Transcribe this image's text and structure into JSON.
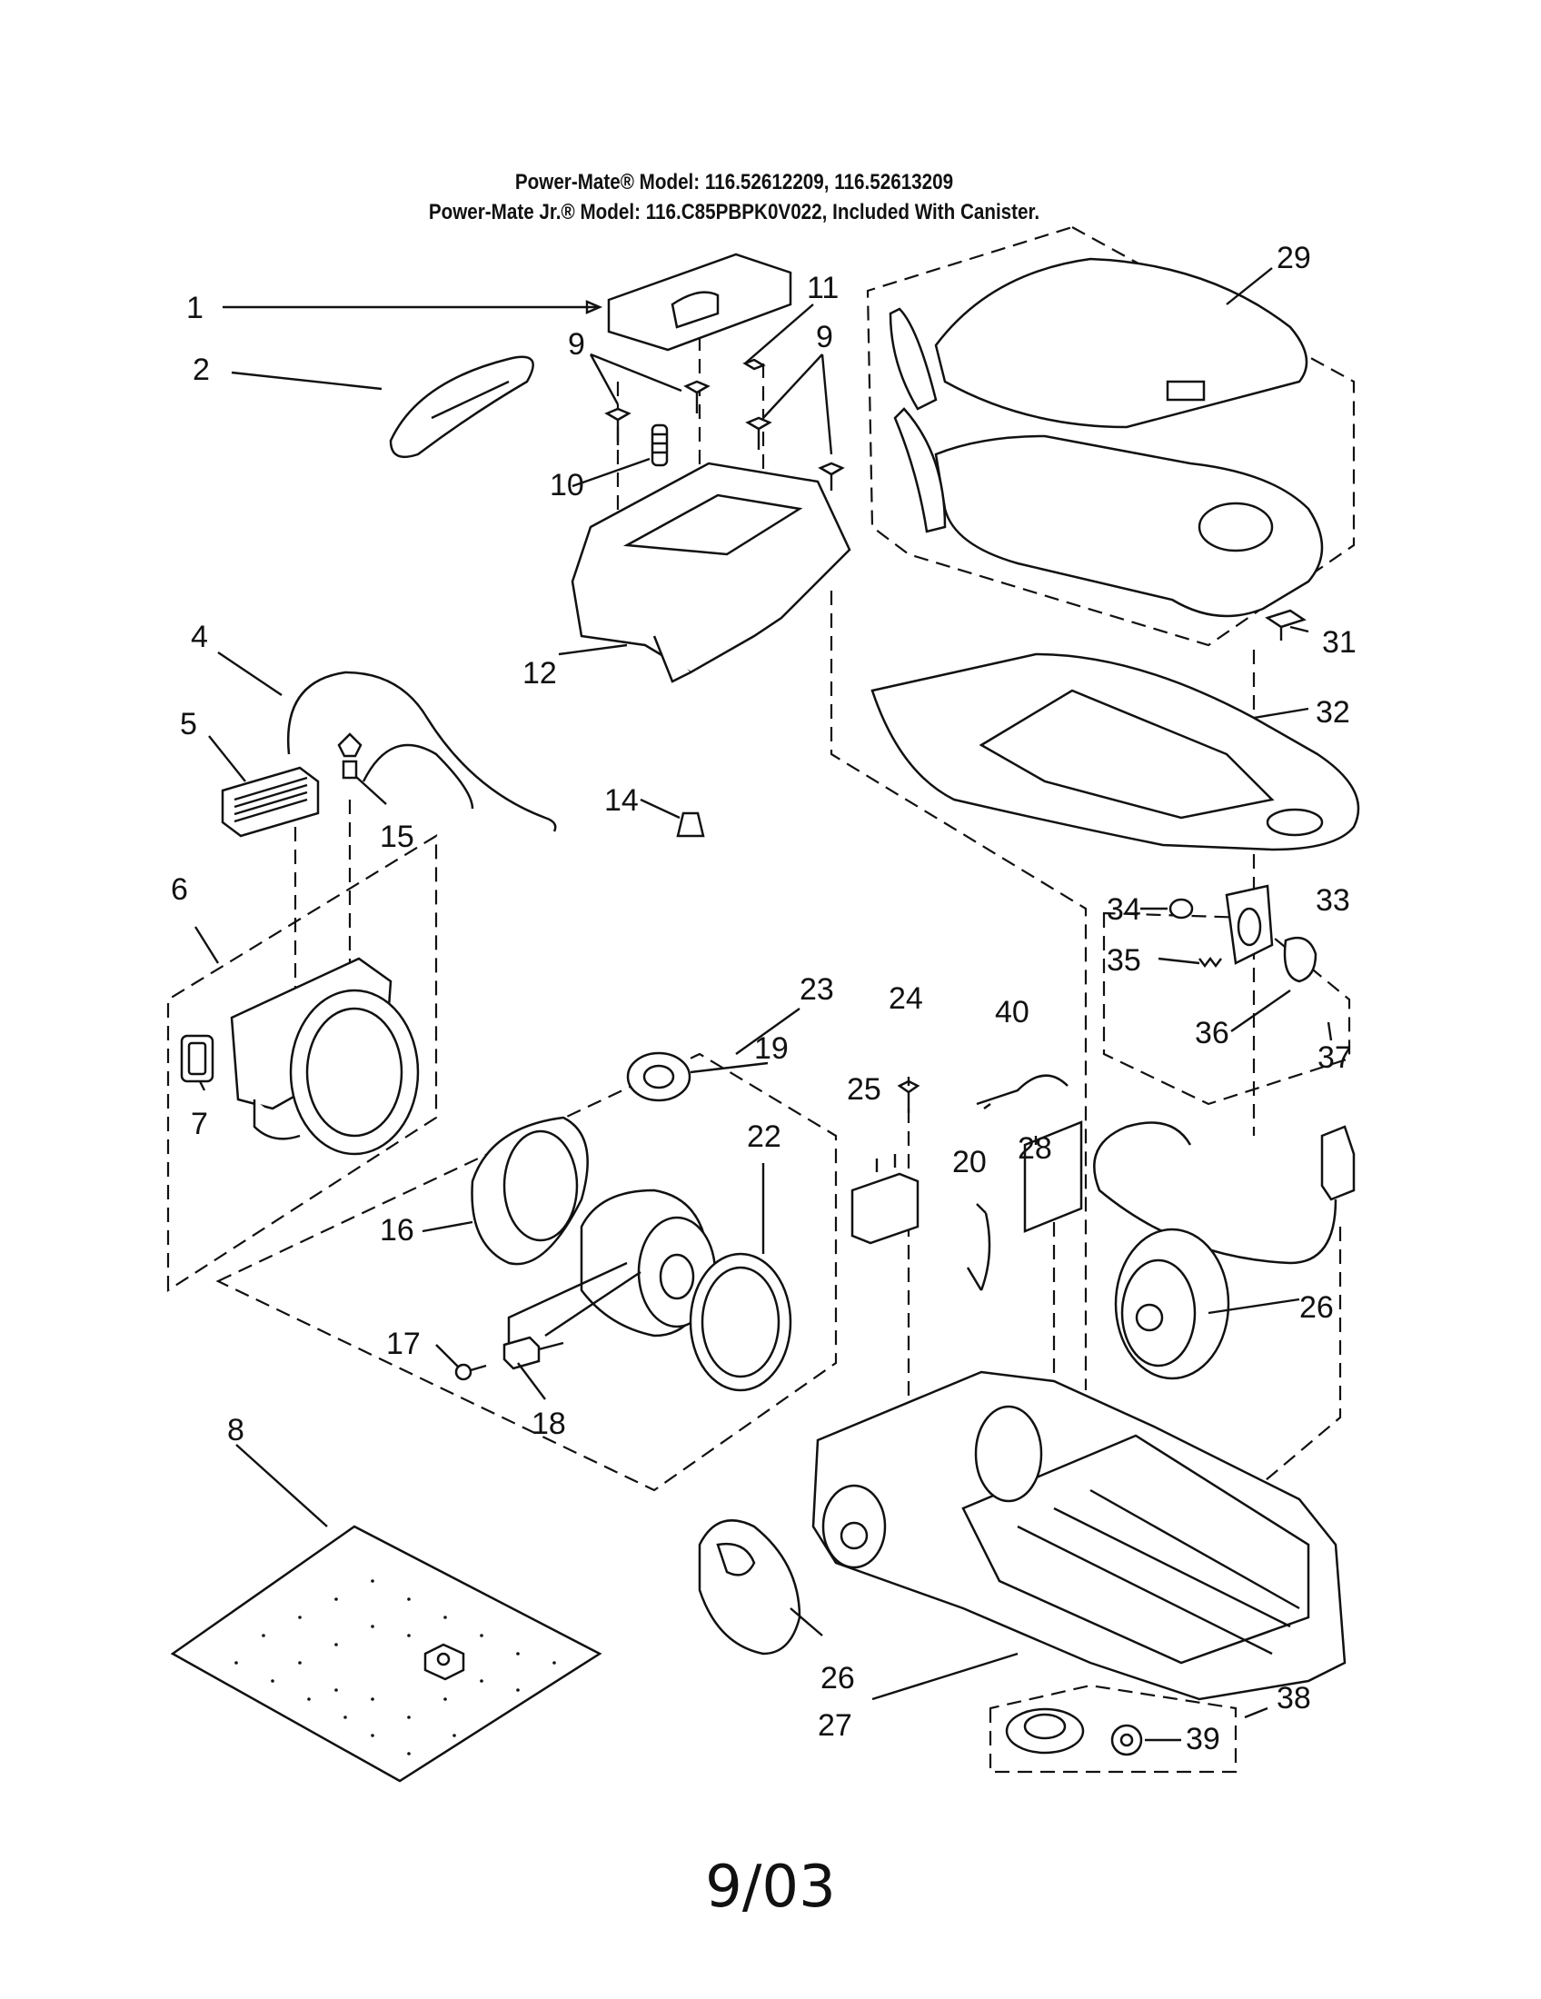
{
  "header": {
    "line1": "Power-Mate® Model: 116.52612209, 116.52613209",
    "line2": "Power-Mate Jr.® Model: 116.C85PBPK0V022, Included With Canister."
  },
  "footer": {
    "date": "9/03"
  },
  "callouts": {
    "c1": "1",
    "c2": "2",
    "c4": "4",
    "c5": "5",
    "c6": "6",
    "c7": "7",
    "c8": "8",
    "c9a": "9",
    "c9b": "9",
    "c10": "10",
    "c11": "11",
    "c12": "12",
    "c14": "14",
    "c15": "15",
    "c16": "16",
    "c17": "17",
    "c18": "18",
    "c19": "19",
    "c20": "20",
    "c22": "22",
    "c23": "23",
    "c24": "24",
    "c25": "25",
    "c26a": "26",
    "c26b": "26",
    "c27": "27",
    "c28": "28",
    "c29": "29",
    "c31": "31",
    "c32": "32",
    "c33": "33",
    "c34": "34",
    "c35": "35",
    "c36": "36",
    "c37": "37",
    "c38": "38",
    "c39": "39",
    "c40": "40"
  }
}
